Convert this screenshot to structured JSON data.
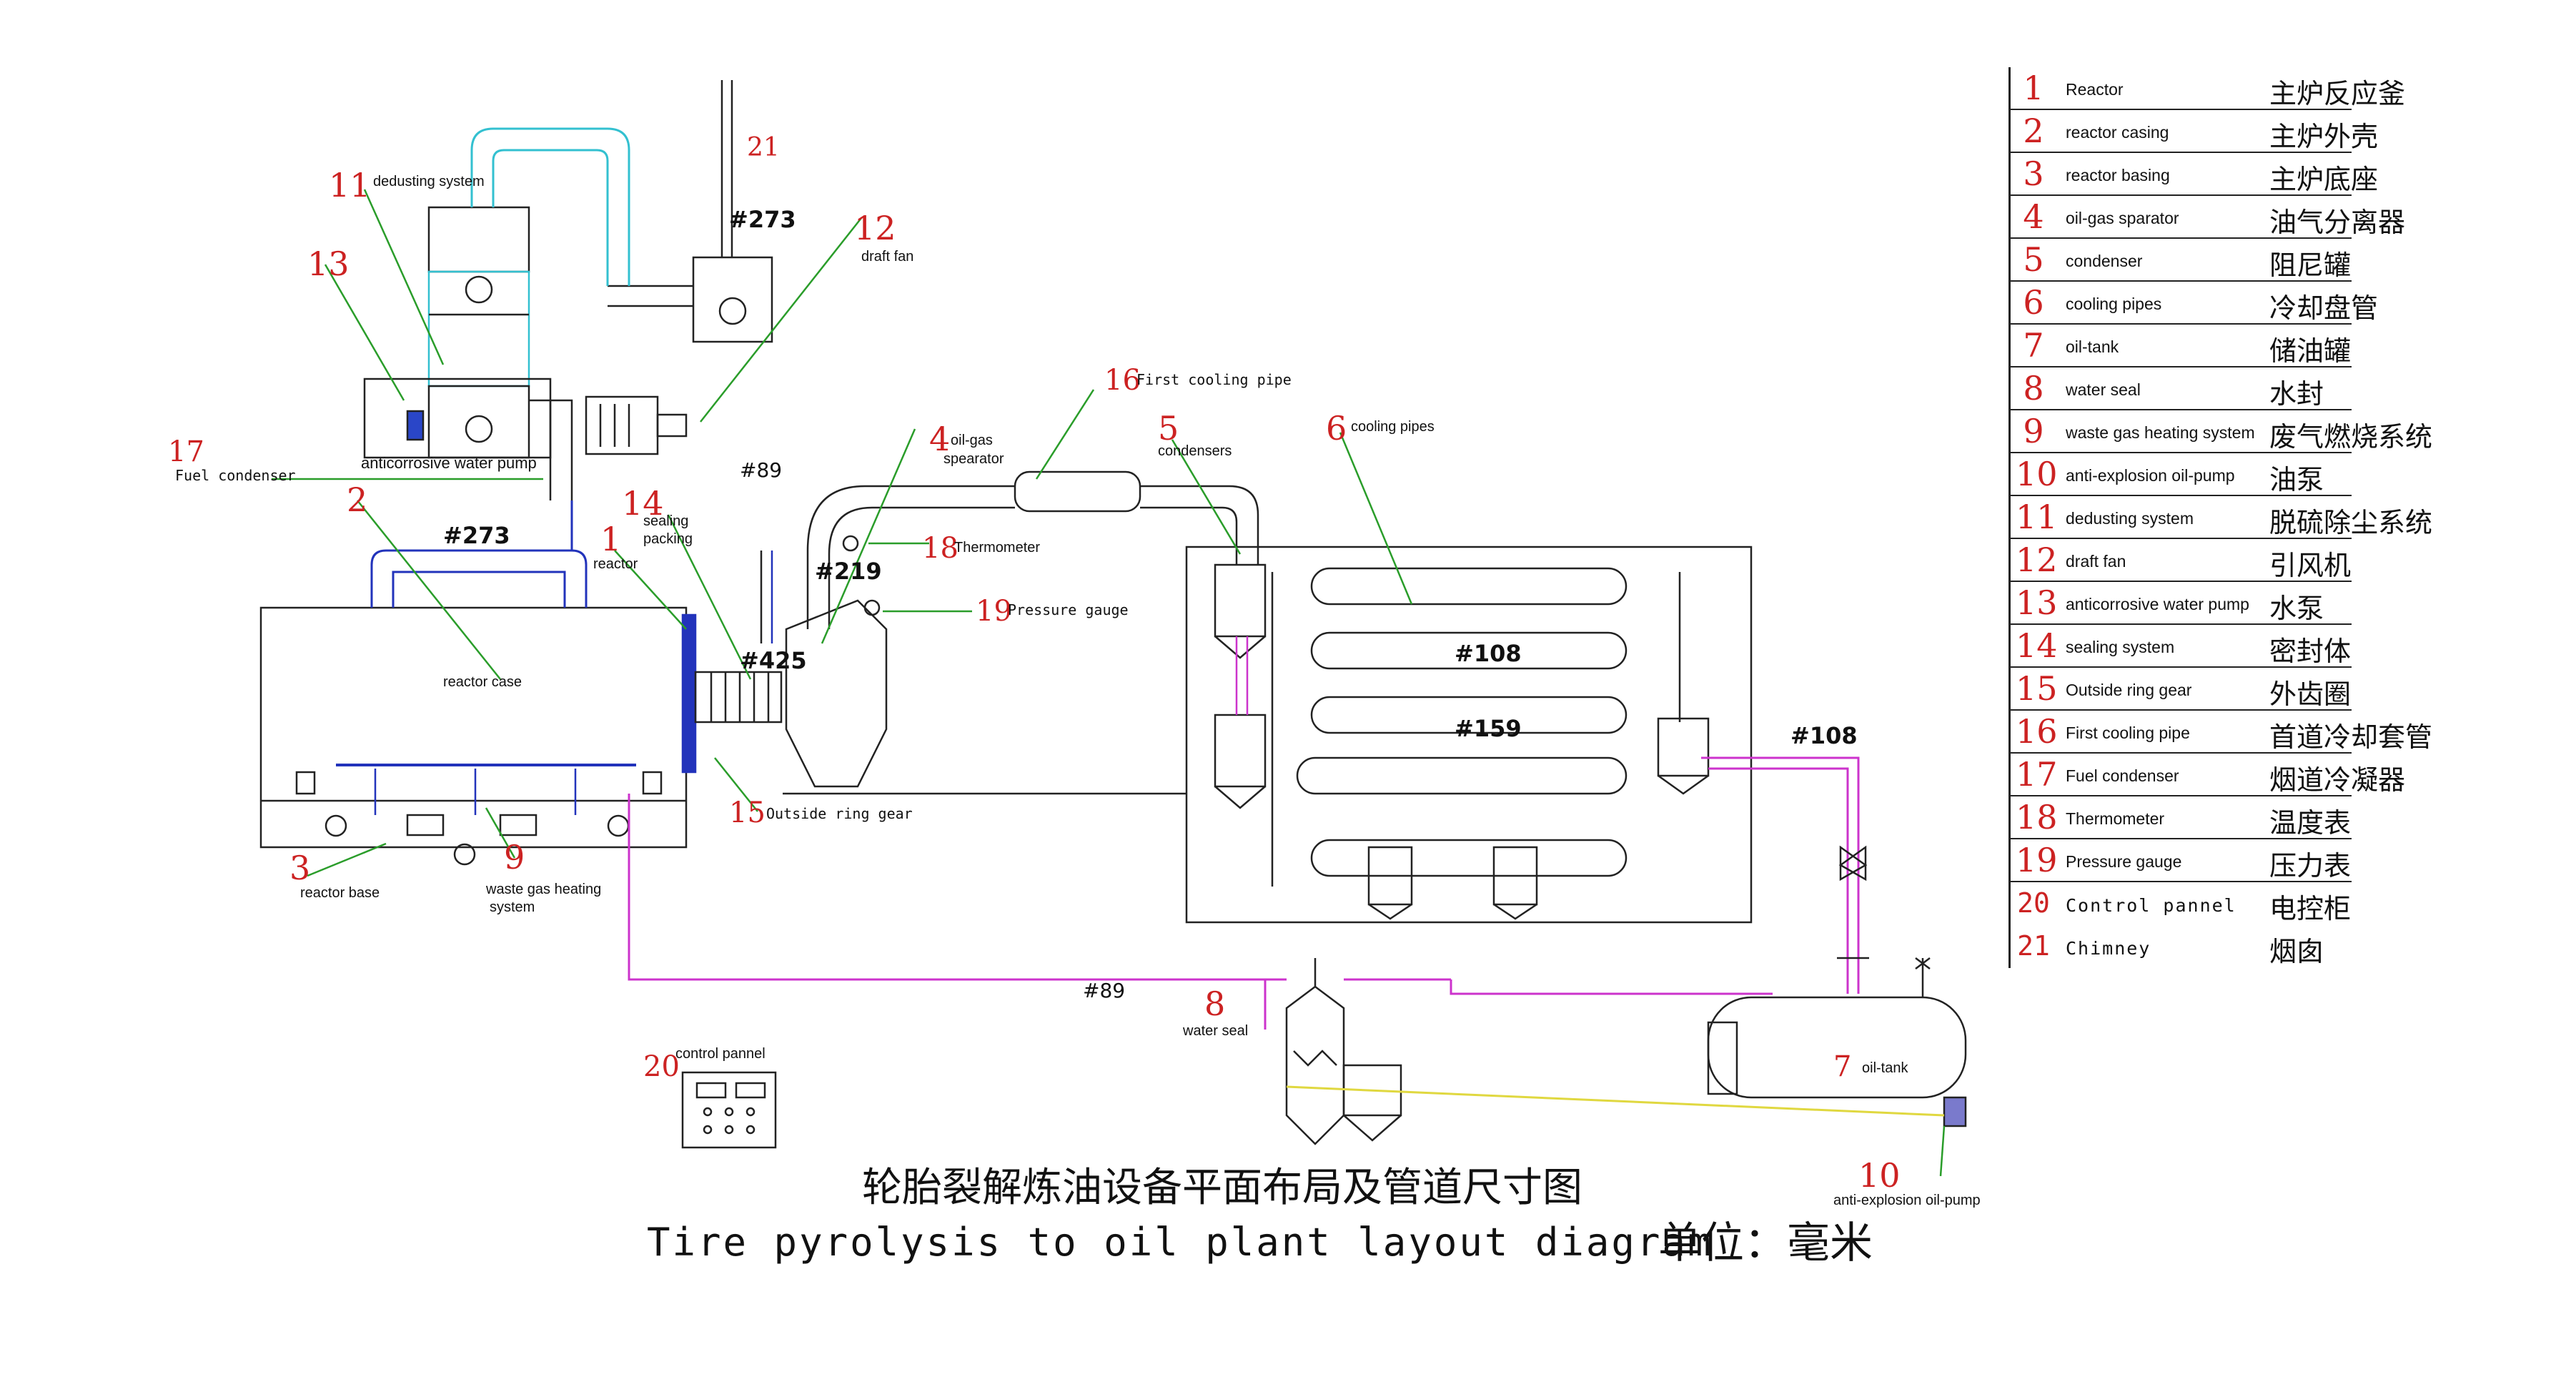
{
  "title_zh": "轮胎裂解炼油设备平面布局及管道尺寸图",
  "title_en": "Tire pyrolysis to oil plant layout diagram",
  "unit_label": "单位：毫米",
  "legend": [
    {
      "num": "1",
      "en": "Reactor",
      "zh": "主炉反应釜"
    },
    {
      "num": "2",
      "en": "reactor casing",
      "zh": "主炉外壳"
    },
    {
      "num": "3",
      "en": "reactor basing",
      "zh": "主炉底座"
    },
    {
      "num": "4",
      "en": "oil-gas sparator",
      "zh": "油气分离器"
    },
    {
      "num": "5",
      "en": "condenser",
      "zh": "阻尼罐"
    },
    {
      "num": "6",
      "en": "cooling pipes",
      "zh": "冷却盘管"
    },
    {
      "num": "7",
      "en": "oil-tank",
      "zh": "储油罐"
    },
    {
      "num": "8",
      "en": "water seal",
      "zh": "水封"
    },
    {
      "num": "9",
      "en": "waste gas heating system",
      "zh": "废气燃烧系统"
    },
    {
      "num": "10",
      "en": "anti-explosion oil-pump",
      "zh": "油泵"
    },
    {
      "num": "11",
      "en": "dedusting system",
      "zh": "脱硫除尘系统"
    },
    {
      "num": "12",
      "en": "draft fan",
      "zh": "引风机"
    },
    {
      "num": "13",
      "en": "anticorrosive water pump",
      "zh": "水泵"
    },
    {
      "num": "14",
      "en": "sealing system",
      "zh": "密封体"
    },
    {
      "num": "15",
      "en": "Outside ring gear",
      "zh": "外齿圈"
    },
    {
      "num": "16",
      "en": "First cooling pipe",
      "zh": "首道冷却套管"
    },
    {
      "num": "17",
      "en": "Fuel condenser",
      "zh": "烟道冷凝器"
    },
    {
      "num": "18",
      "en": "Thermometer",
      "zh": "温度表"
    },
    {
      "num": "19",
      "en": "Pressure gauge",
      "zh": "压力表"
    },
    {
      "num": "20",
      "en": "Control pannel",
      "zh": "电控柜"
    },
    {
      "num": "21",
      "en": "Chimney",
      "zh": "烟囱"
    }
  ],
  "pipe_sizes": {
    "p273_top": "#273",
    "p273_reactor": "#273",
    "p89_vert": "#89",
    "p219": "#219",
    "p425": "#425",
    "p108_a": "#108",
    "p159": "#159",
    "p108_b": "#108",
    "p89_bottom": "#89"
  },
  "callouts": {
    "n1": "1",
    "t1": "reactor",
    "n2": "2",
    "t2": "reactor case",
    "n3": "3",
    "t3": "reactor base",
    "n4": "4",
    "t4a": "oil-gas",
    "t4b": "spearator",
    "n5": "5",
    "t5": "condensers",
    "n6": "6",
    "t6": "cooling pipes",
    "n7": "7",
    "t7": "oil-tank",
    "n8": "8",
    "t8": "water seal",
    "n9": "9",
    "t9a": "waste gas heating",
    "t9b": "system",
    "n10": "10",
    "t10": "anti-explosion oil-pump",
    "n11": "11",
    "t11": "dedusting system",
    "n12": "12",
    "t12": "draft fan",
    "n13": "13",
    "t13": "anticorrosive water pump",
    "n14": "14",
    "t14a": "sealing",
    "t14b": "packing",
    "n15": "15",
    "t15": "Outside   ring gear",
    "n16": "16",
    "t16": "First cooling pipe",
    "n17": "17",
    "t17": "Fuel condenser",
    "n18": "18",
    "t18": "Thermometer",
    "n19": "19",
    "t19": "Pressure gauge",
    "n20": "20",
    "t20": "control pannel",
    "n21": "21"
  },
  "colors": {
    "line": "#222222",
    "leader": "#2a9d2a",
    "number": "#cc2222",
    "cyan_pipe": "#33c0d0",
    "blue_pipe": "#2233bb",
    "pink_pipe": "#cc33cc",
    "yellow_pipe": "#e0d840"
  }
}
